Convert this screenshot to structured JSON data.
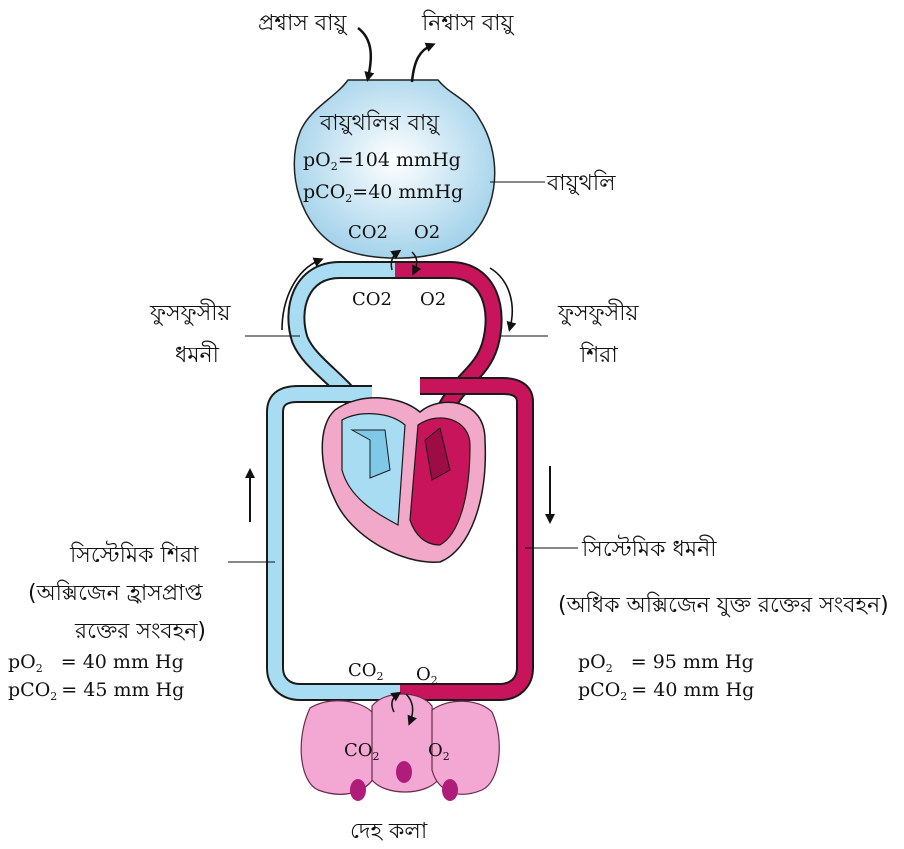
{
  "labels": {
    "inspired_air": "প্রশ্বাস বায়ু",
    "expired_air": "নিশ্বাস বায়ু",
    "alveolar_air": "বায়ুথলির বায়ু",
    "alveolus": "বায়ুথলি",
    "pulmonary_artery_1": "ফুসফুসীয়",
    "pulmonary_artery_2": "ধমনী",
    "pulmonary_vein_1": "ফুসফুসীয়",
    "pulmonary_vein_2": "শিরা",
    "systemic_vein": "সিস্টেমিক শিরা",
    "systemic_vein_note_1": "(অক্সিজেন হ্রাসপ্রাপ্ত",
    "systemic_vein_note_2": "রক্তের সংবহন)",
    "systemic_artery": "সিস্টেমিক ধমনী",
    "systemic_artery_note": "(অধিক অক্সিজেন যুক্ত রক্তের সংবহন)",
    "body_tissue": "দেহ কলা"
  },
  "alveolus_values": {
    "po2_label": "pO",
    "po2_sub": "2",
    "po2_value": "=104 mmHg",
    "pco2_label": "pCO",
    "pco2_sub": "2",
    "pco2_value": "=40 mmHg"
  },
  "venous_values": {
    "po2_label": "pO",
    "po2_sub": "2",
    "po2_value": "= 40 mm Hg",
    "pco2_label": "pCO",
    "pco2_sub": "2",
    "pco2_value": "= 45 mm Hg"
  },
  "arterial_values": {
    "po2_label": "pO",
    "po2_sub": "2",
    "po2_value": "= 95 mm Hg",
    "pco2_label": "pCO",
    "pco2_sub": "2",
    "pco2_value": "= 40 mm Hg"
  },
  "gases": {
    "co2": "CO2",
    "o2": "O2",
    "co": "CO",
    "o": "O",
    "sub2": "2"
  },
  "colors": {
    "deoxygenated": "#a7dcf2",
    "oxygenated": "#c8145a",
    "heart_outer": "#f2a8c8",
    "tissue": "#f2a8d2",
    "alveolus_fill": "#d6ecf8"
  }
}
